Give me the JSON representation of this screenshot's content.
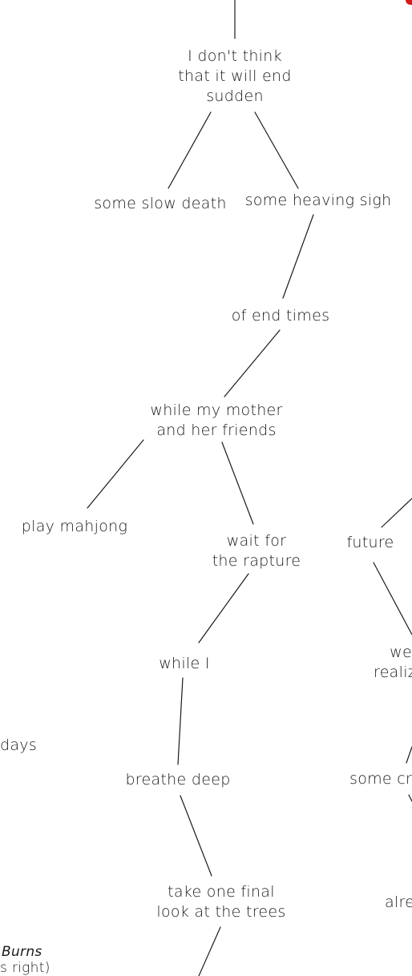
{
  "colors": {
    "ink": "#1a1a1a",
    "accent": "#d11b1b"
  },
  "nodes": {
    "dont_think": [
      "I don't think",
      "that it will end",
      "sudden"
    ],
    "slow_death": "some slow death",
    "heaving_sigh": "some heaving sigh",
    "end_times": "of end times",
    "mother": [
      "while my mother",
      "and her friends"
    ],
    "mahjong": "play mahjong",
    "rapture": [
      "wait for",
      "the rapture"
    ],
    "future": "future",
    "while_i": "while I",
    "we_realize": [
      "we",
      "realiz"
    ],
    "days": "days",
    "breathe": "breathe deep",
    "some_crac": "some crac",
    "final_look": [
      "take one final",
      "look at the trees"
    ],
    "alre": "alre",
    "burns": [
      "Burns",
      "s right)"
    ]
  }
}
